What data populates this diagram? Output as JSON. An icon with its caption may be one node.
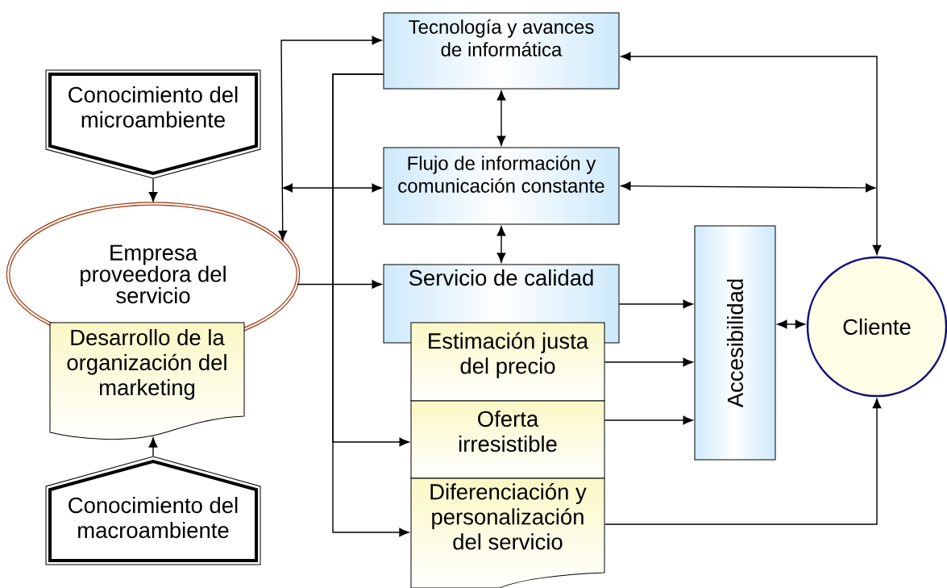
{
  "diagram": {
    "nodes": [
      {
        "text": [
          "Conocimiento del microambiente"
        ]
      },
      {
        "text": [
          "Empresa proveedora del servicio"
        ]
      },
      {
        "text": [
          "Desarrollo de la organización del marketing"
        ]
      },
      {
        "text": [
          "Conocimiento del macroambiente"
        ]
      },
      {
        "text": [
          "Tecnología y avances de informática"
        ]
      },
      {
        "text": [
          "Flujo de información y comunicación constante"
        ]
      },
      {
        "text": [
          "Servicio de calidad"
        ]
      },
      {
        "text": [
          "Estimación justa del precio"
        ]
      },
      {
        "text": [
          "Oferta irresistible"
        ]
      },
      {
        "text": [
          "Diferenciación y personalización del servicio"
        ]
      },
      {
        "text": [
          "Accesibilidad"
        ]
      },
      {
        "text": [
          "Cliente"
        ]
      }
    ],
    "edges": [
      {
        "from": 0,
        "to": 1,
        "arrow": "to"
      },
      {
        "from": 3,
        "to": 2,
        "arrow": "to"
      },
      {
        "from": 1,
        "to": 4,
        "arrow": "both"
      },
      {
        "from": null,
        "to": 5,
        "arrow": "both"
      },
      {
        "from": 1,
        "to": 6,
        "arrow": "to"
      },
      {
        "from": 4,
        "to": 5,
        "arrow": "both"
      },
      {
        "from": 5,
        "to": 6,
        "arrow": "both"
      },
      {
        "from": 4,
        "to": 8,
        "arrow": "to"
      },
      {
        "from": 4,
        "to": 9,
        "arrow": "to"
      },
      {
        "from": 4,
        "to": 11,
        "arrow": "both"
      },
      {
        "from": 5,
        "to": null,
        "arrow": "both"
      },
      {
        "from": 6,
        "to": 10,
        "arrow": "to"
      },
      {
        "from": 7,
        "to": 10,
        "arrow": "to"
      },
      {
        "from": 8,
        "to": 10,
        "arrow": "to"
      },
      {
        "from": 10,
        "to": 11,
        "arrow": "both"
      },
      {
        "from": 9,
        "to": 11,
        "arrow": "to"
      }
    ]
  }
}
